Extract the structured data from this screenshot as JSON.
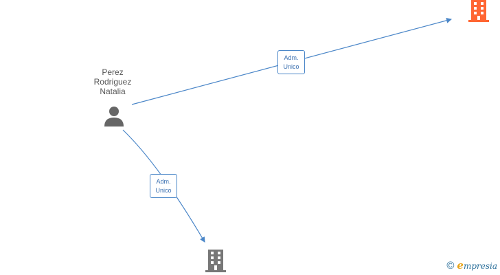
{
  "person": {
    "name_lines": [
      "Perez",
      "Rodriguez",
      "Natalia"
    ],
    "icon": "person-icon"
  },
  "companies": [
    {
      "id": "company-top",
      "icon": "building-icon",
      "color": "#ff6633"
    },
    {
      "id": "company-bottom",
      "icon": "building-icon",
      "color": "#777777"
    }
  ],
  "relations": [
    {
      "from": "person",
      "to": "company-top",
      "label_lines": [
        "Adm.",
        "Unico"
      ]
    },
    {
      "from": "person",
      "to": "company-bottom",
      "label_lines": [
        "Adm.",
        "Unico"
      ]
    }
  ],
  "colors": {
    "edge": "#4a86c8",
    "person": "#666666"
  },
  "footer": {
    "copyright_symbol": "©",
    "brand_initial": "e",
    "brand_rest": "mpresia"
  }
}
